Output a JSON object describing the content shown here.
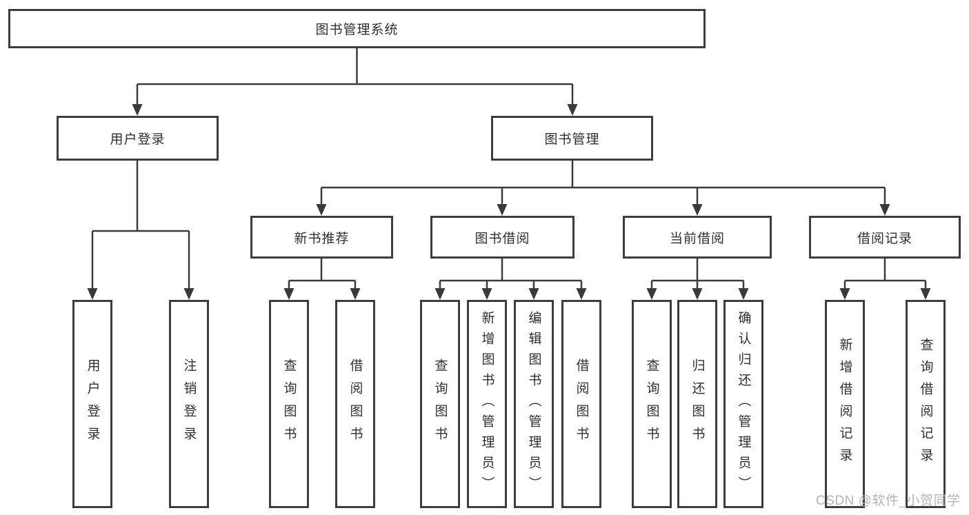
{
  "tree": {
    "root": {
      "label": "图书管理系统"
    },
    "branches": [
      {
        "label": "用户登录",
        "children": [
          {
            "label": "用户登录"
          },
          {
            "label": "注销登录"
          }
        ]
      },
      {
        "label": "图书管理",
        "children": [
          {
            "label": "新书推荐",
            "children": [
              {
                "label": "查询图书"
              },
              {
                "label": "借阅图书"
              }
            ]
          },
          {
            "label": "图书借阅",
            "children": [
              {
                "label": "查询图书"
              },
              {
                "label": "新增图书（管理员）"
              },
              {
                "label": "编辑图书（管理员）"
              },
              {
                "label": "借阅图书"
              }
            ]
          },
          {
            "label": "当前借阅",
            "children": [
              {
                "label": "查询图书"
              },
              {
                "label": "归还图书"
              },
              {
                "label": "确认归还（管理员）"
              }
            ]
          },
          {
            "label": "借阅记录",
            "children": [
              {
                "label": "新增借阅记录"
              },
              {
                "label": "查询借阅记录"
              }
            ]
          }
        ]
      }
    ]
  },
  "watermark": "CSDN @软件_小贺同学",
  "colors": {
    "line": "#3a3a3a",
    "border": "#3d3d3d",
    "text": "#2f2f2f",
    "watermark": "#b5b5b5",
    "background": "#ffffff"
  }
}
